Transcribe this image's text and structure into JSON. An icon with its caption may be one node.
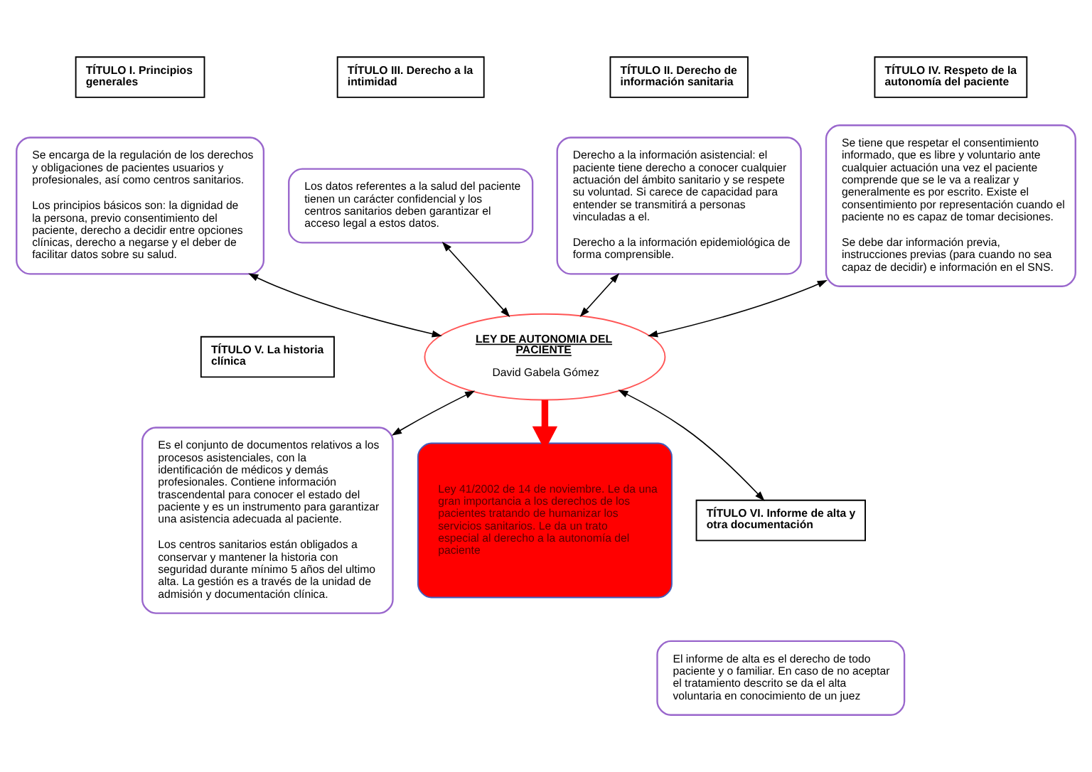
{
  "diagram": {
    "nodes": [
      {
        "text": [
          "TÍTULO I. Principios generales"
        ]
      },
      {
        "text": [
          "Se encarga de la regulación de los derechos y obligaciones de pacientes usuarios y profesionales, así como centros sanitarios.",
          "Los principios básicos son: la dignidad de la persona, previo consentimiento del paciente, derecho a decidir entre opciones clínicas, derecho a negarse y el deber de facilitar datos sobre su salud."
        ]
      },
      {
        "text": [
          "TÍTULO III. Derecho a la intimidad"
        ]
      },
      {
        "text": [
          "Los datos referentes a la salud del paciente tienen un carácter confidencial y los centros sanitarios deben garantizar el acceso legal a estos datos."
        ]
      },
      {
        "text": [
          "TÍTULO II. Derecho de información sanitaria"
        ]
      },
      {
        "text": [
          "Derecho a la información asistencial: el paciente tiene derecho a conocer cualquier actuación del ámbito sanitario y se respete su voluntad. Si carece de capacidad para entender se transmitirá a personas vinculadas a el.",
          "Derecho a la información epidemiológica de forma comprensible."
        ]
      },
      {
        "text": [
          "TÍTULO IV. Respeto de la autonomía del paciente"
        ]
      },
      {
        "text": [
          "Se tiene que respetar el consentimiento informado, que es libre y voluntario ante cualquier actuación una vez el paciente comprende que se le va a realizar y generalmente es por escrito. Existe el consentimiento por representación cuando el paciente no es capaz de tomar decisiones.",
          "Se debe dar información previa, instrucciones previas (para cuando no sea capaz de decidir) e información en el SNS."
        ]
      },
      {
        "text": [
          "LEY DE AUTONOMIA DEL PACIENTE",
          "David Gabela Gómez"
        ]
      },
      {
        "text": [
          "TÍTULO V. La historia clínica"
        ]
      },
      {
        "text": [
          "Es el conjunto de documentos relativos a los procesos asistenciales, con la identificación de médicos y demás profesionales. Contiene información trascendental para conocer el estado del paciente y es un instrumento para garantizar una asistencia adecuada al paciente.",
          "Los centros sanitarios están obligados a conservar y mantener la historia con seguridad durante mínimo 5 años del ultimo alta. La gestión es a través de la unidad de admisión y documentación clínica."
        ]
      },
      {
        "text": [
          "Ley 41/2002 de 14 de noviembre. Le da una gran importancia a los derechos de los pacientes tratando de humanizar los servicios sanitarios. Le da un trato especial al derecho a la autonomía del paciente"
        ]
      },
      {
        "text": [
          "TÍTULO VI. Informe de alta y otra documentación"
        ]
      },
      {
        "text": [
          "El informe de alta es el derecho de todo paciente y o familiar. En caso de no aceptar el tratamiento descrito se da el alta voluntaria en conocimiento de un juez"
        ]
      }
    ],
    "edges": [
      {
        "from": 8,
        "to": 1,
        "arrow": "both"
      },
      {
        "from": 8,
        "to": 3,
        "arrow": "both"
      },
      {
        "from": 8,
        "to": 5,
        "arrow": "both"
      },
      {
        "from": 8,
        "to": 7,
        "arrow": "both"
      },
      {
        "from": 8,
        "to": 10,
        "arrow": "both"
      },
      {
        "from": 8,
        "to": 12,
        "arrow": "both"
      },
      {
        "from": 8,
        "to": 11,
        "arrow": "to",
        "style": "thick",
        "color": "#ff0000"
      }
    ]
  }
}
